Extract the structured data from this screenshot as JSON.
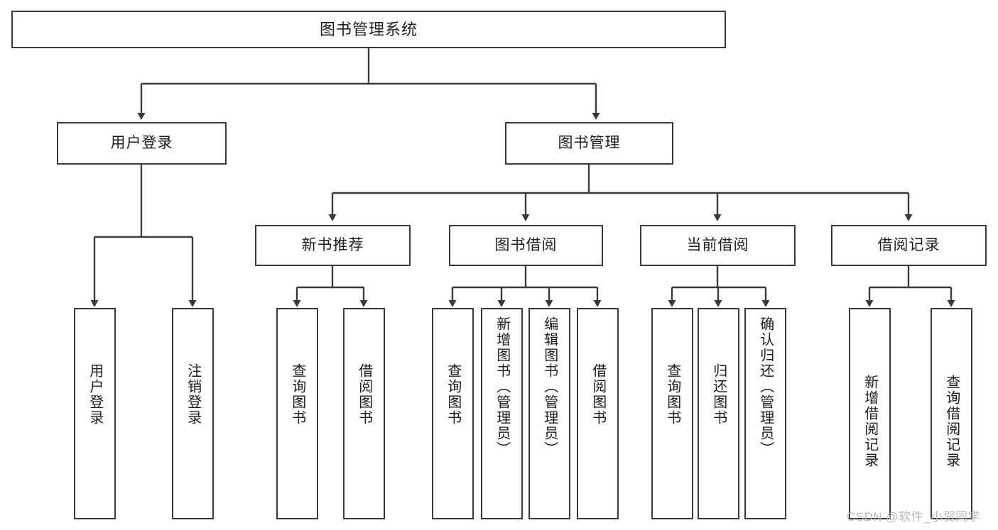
{
  "diagram": {
    "title": "图书管理系统",
    "type": "tree-hierarchy",
    "watermark": "CSDN @软件_小贺同学",
    "colors": {
      "background": "#ffffff",
      "border": "#3a3a3a",
      "text": "#1c1c1c",
      "connector": "#3a3a3a",
      "watermark": "#b9b9b9"
    },
    "root": {
      "label": "图书管理系统"
    },
    "level2": [
      {
        "label": "用户登录"
      },
      {
        "label": "图书管理"
      }
    ],
    "level3": [
      {
        "label": "新书推荐"
      },
      {
        "label": "图书借阅"
      },
      {
        "label": "当前借阅"
      },
      {
        "label": "借阅记录"
      }
    ],
    "leaves": {
      "user_login": [
        {
          "label": "用户登录"
        },
        {
          "label": "注销登录"
        }
      ],
      "new_book_recommend": [
        {
          "label": "查询图书"
        },
        {
          "label": "借阅图书"
        }
      ],
      "book_borrow": [
        {
          "label": "查询图书"
        },
        {
          "label": "新增图书（管理员）"
        },
        {
          "label": "编辑图书（管理员）"
        },
        {
          "label": "借阅图书"
        }
      ],
      "current_borrow": [
        {
          "label": "查询图书"
        },
        {
          "label": "归还图书"
        },
        {
          "label": "确认归还（管理员）"
        }
      ],
      "borrow_record": [
        {
          "label": "新增借阅记录"
        },
        {
          "label": "查询借阅记录"
        }
      ]
    }
  }
}
